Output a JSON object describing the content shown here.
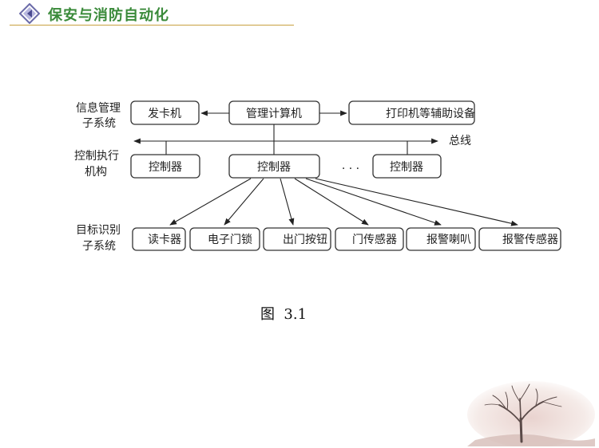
{
  "header": {
    "title": "保安与消防自动化",
    "logo_icon": "diamond-arrow-icon",
    "accent_color": "#3a8a3a"
  },
  "diagram": {
    "side_labels": {
      "info_mgmt_line1": "信息管理",
      "info_mgmt_line2": "子系统",
      "control_line1": "控制执行",
      "control_line2": "机构",
      "target_line1": "目标识别",
      "target_line2": "子系统"
    },
    "top_row": {
      "card_issuer": "发卡机",
      "mgmt_computer": "管理计算机",
      "printer": "打印机等辅助设备"
    },
    "bus_label": "总线",
    "controllers": {
      "left": "控制器",
      "center": "控制器",
      "ellipsis": "· · ·",
      "right": "控制器"
    },
    "devices": [
      "读卡器",
      "电子门锁",
      "出门按钮",
      "门传感器",
      "报警喇叭",
      "报警传感器"
    ]
  },
  "caption": "图  3.1",
  "decor": {
    "image_icon": "tree-landscape-icon"
  }
}
